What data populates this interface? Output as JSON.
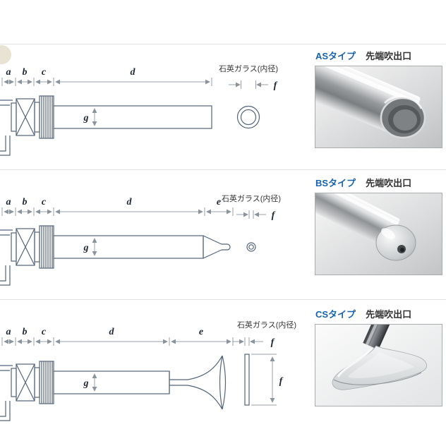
{
  "colors": {
    "accent_blue": "#1763ad",
    "diagram_line": "#54657a",
    "dimension_gray": "#99a0a8",
    "letter_dark": "#1c2733",
    "divider": "#e2e2de",
    "tab_beige": "#e8e3d3"
  },
  "sections": [
    {
      "type_label": "ASタイプ",
      "outlet_label": "先端吹出口",
      "glass_label": "石英ガラス(内径)",
      "dims": {
        "a": "a",
        "b": "b",
        "c": "c",
        "d": "d",
        "f": "f",
        "g": "g"
      }
    },
    {
      "type_label": "BSタイプ",
      "outlet_label": "先端吹出口",
      "glass_label": "石英ガラス(内径)",
      "dims": {
        "a": "a",
        "b": "b",
        "c": "c",
        "d": "d",
        "e": "e",
        "f": "f",
        "g": "g"
      }
    },
    {
      "type_label": "CSタイプ",
      "outlet_label": "先端吹出口",
      "glass_label": "石英ガラス(内径)",
      "dims": {
        "a": "a",
        "b": "b",
        "c": "c",
        "d": "d",
        "e": "e",
        "f": "f",
        "f_side": "f",
        "g": "g"
      }
    }
  ]
}
